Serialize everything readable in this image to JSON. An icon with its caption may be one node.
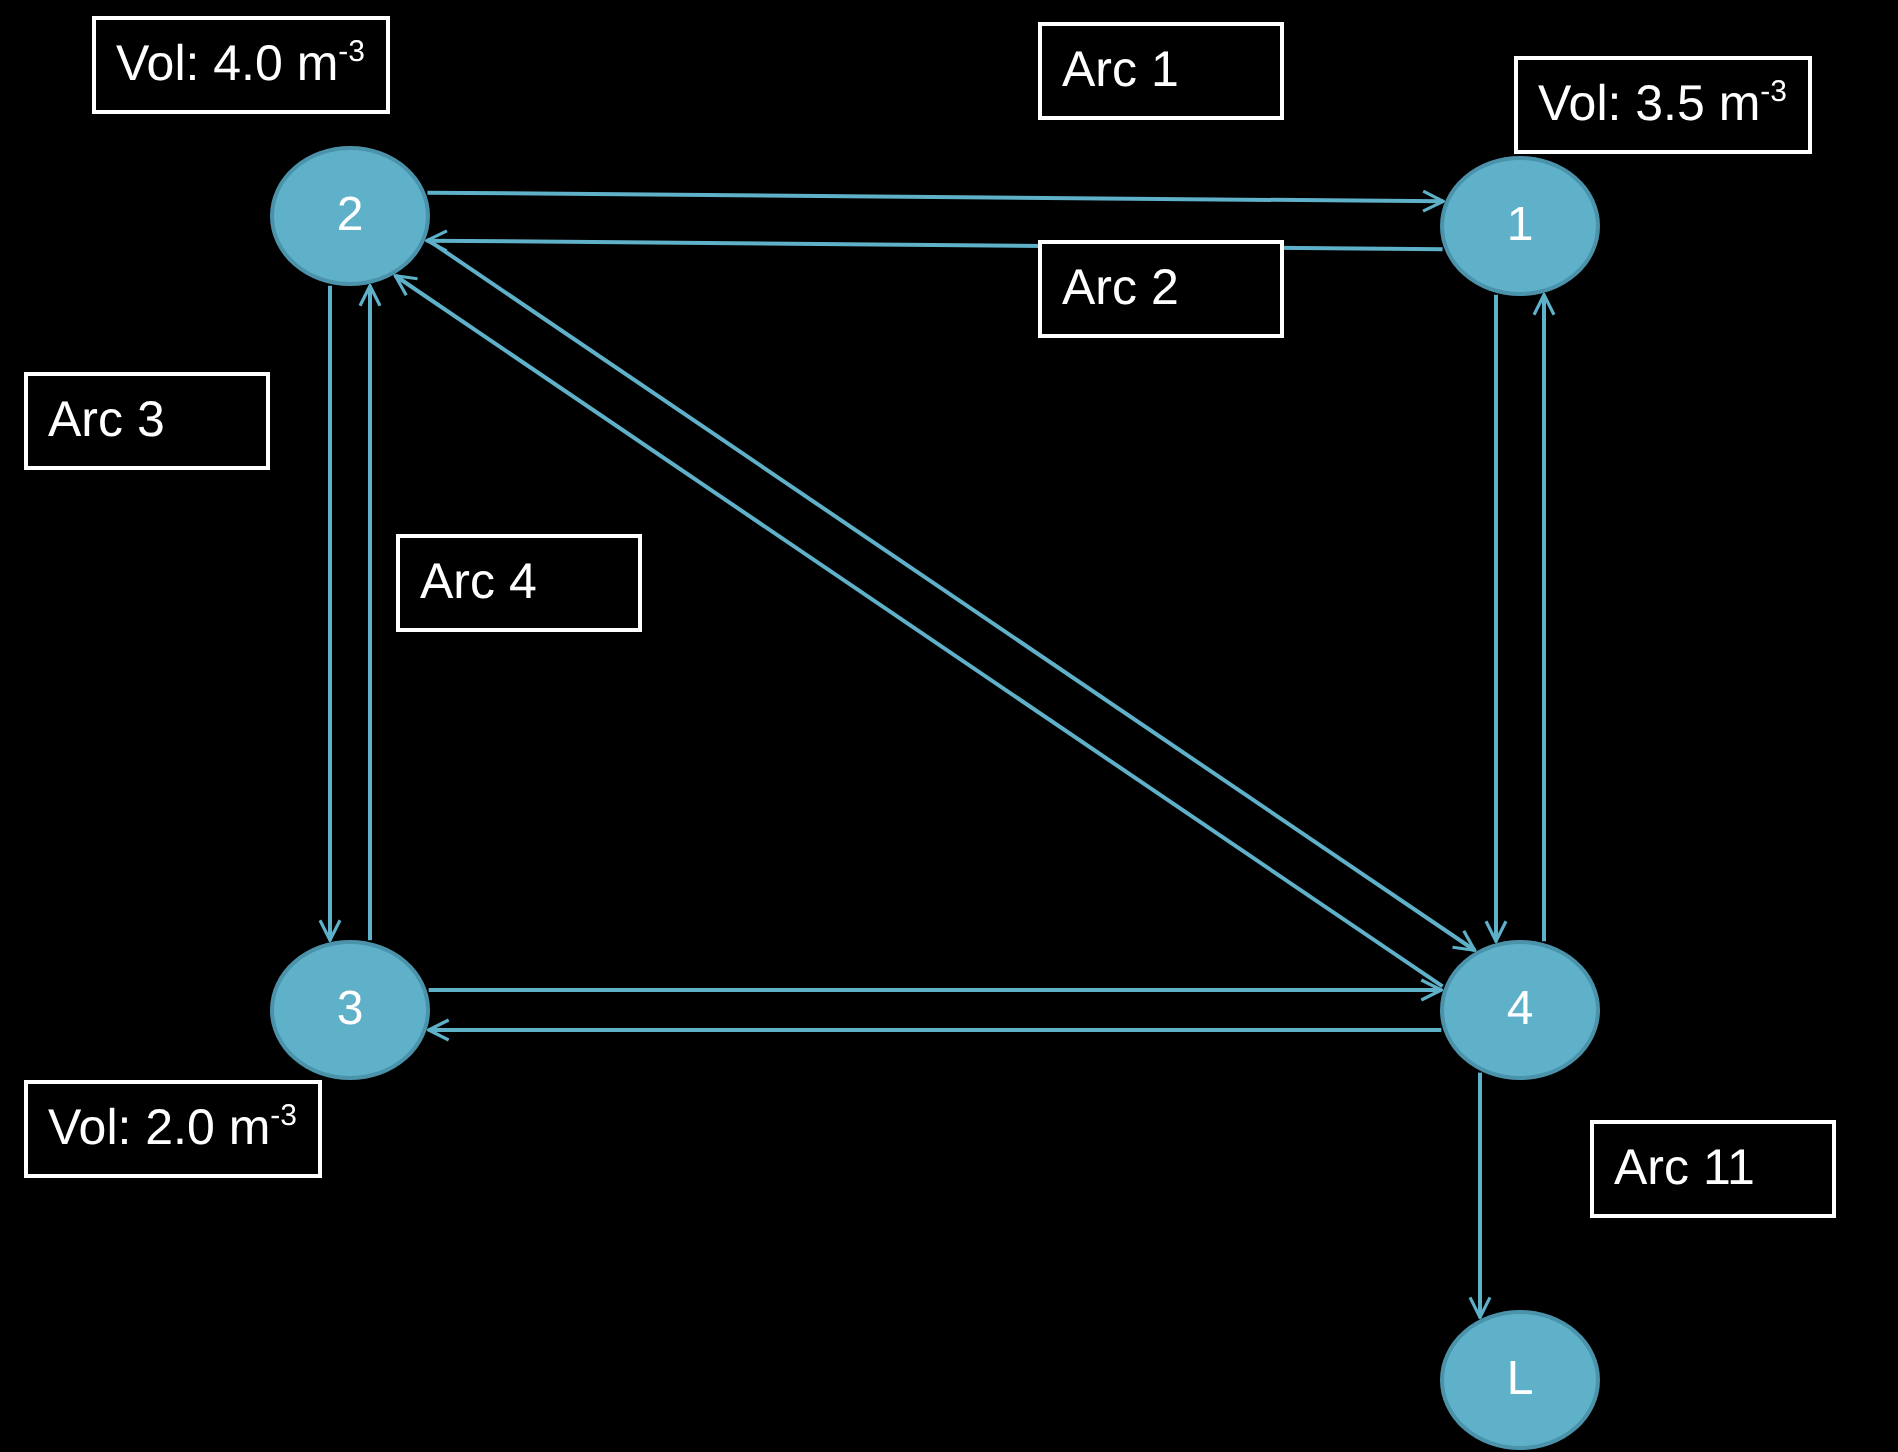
{
  "diagram": {
    "nodes": [
      {
        "text": [
          "2"
        ],
        "beside": [
          "Vol: 4.0 m$^{-3}$"
        ]
      },
      {
        "text": [
          "1"
        ],
        "beside": [
          "Vol: 3.5 m$^{-3}$"
        ]
      },
      {
        "text": [
          "3"
        ],
        "beside": [
          "Vol: 2.0 m$^{-3}$"
        ]
      },
      {
        "text": [
          "4"
        ]
      },
      {
        "text": [
          "L"
        ]
      }
    ],
    "edges": [
      {
        "from": 0,
        "to": 1,
        "arrow": "to",
        "label": "Arc 1"
      },
      {
        "from": 1,
        "to": 0,
        "arrow": "to",
        "label": "Arc 2"
      },
      {
        "from": 0,
        "to": 2,
        "arrow": "to",
        "label": "Arc 3"
      },
      {
        "from": 2,
        "to": 0,
        "arrow": "to",
        "label": "Arc 4"
      },
      {
        "from": 0,
        "to": 3,
        "arrow": "to"
      },
      {
        "from": 3,
        "to": 0,
        "arrow": "to"
      },
      {
        "from": 1,
        "to": 3,
        "arrow": "to"
      },
      {
        "from": 3,
        "to": 1,
        "arrow": "to"
      },
      {
        "from": 2,
        "to": 3,
        "arrow": "to"
      },
      {
        "from": 3,
        "to": 2,
        "arrow": "to"
      },
      {
        "from": 3,
        "to": 4,
        "arrow": "to",
        "label": "Arc 11"
      }
    ]
  }
}
